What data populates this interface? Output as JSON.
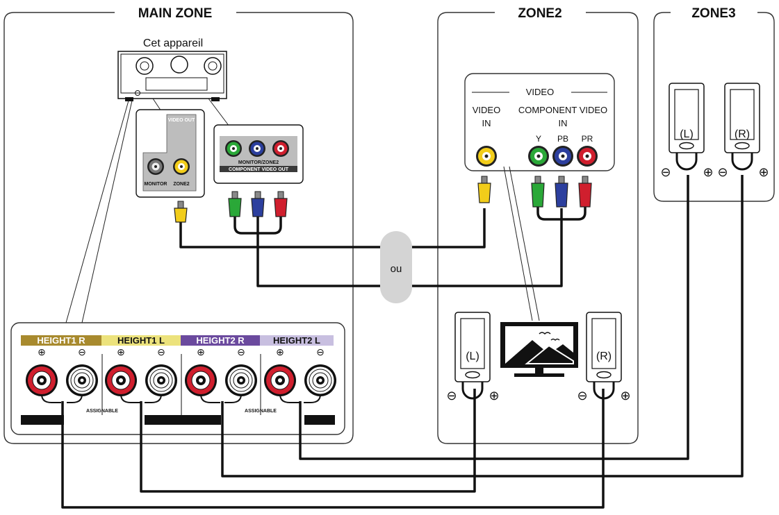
{
  "zones": {
    "main": "MAIN ZONE",
    "zone2": "ZONE2",
    "zone3": "ZONE3"
  },
  "device": {
    "label": "Cet appareil",
    "video_out_panel": {
      "header": "VIDEO OUT",
      "monitor": "MONITOR",
      "zone2": "ZONE2"
    },
    "component_panel": {
      "line1": "MONITOR/ZONE2",
      "line2": "COMPONENT VIDEO OUT"
    }
  },
  "tv_input_panel": {
    "video_title": "VIDEO",
    "video_in_line1": "VIDEO",
    "video_in_line2": "IN",
    "component_line1": "COMPONENT VIDEO",
    "component_line2": "IN",
    "y": "Y",
    "pb": "PB",
    "pr": "PR"
  },
  "or_label": "ou",
  "speaker_terminals": {
    "groups": [
      "HEIGHT1 R",
      "HEIGHT1 L",
      "HEIGHT2 R",
      "HEIGHT2 L"
    ],
    "colors": [
      "#a88a2e",
      "#ece27c",
      "#6b4a9e",
      "#c8bfe0"
    ],
    "text_colors": [
      "#ffffff",
      "#111111",
      "#ffffff",
      "#111111"
    ],
    "assignable": "ASSIGNABLE",
    "plus": "⊕",
    "minus": "⊖"
  },
  "speakers": {
    "left": "(L)",
    "right": "(R)"
  },
  "polarity": {
    "minus": "⊖",
    "plus": "⊕"
  },
  "icons": [
    "receiver-icon",
    "tv-icon",
    "speaker-icon",
    "rca-plug-icon"
  ]
}
